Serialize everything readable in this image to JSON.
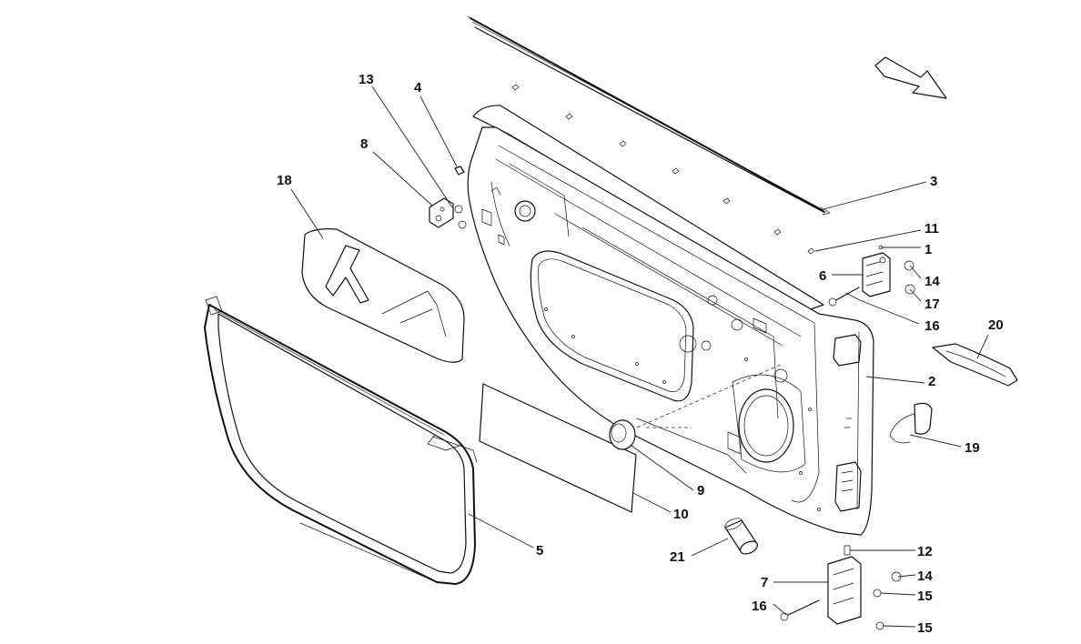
{
  "diagram": {
    "arrow_icon": "direction-arrow-icon",
    "callouts": [
      {
        "id": "1",
        "label": "1"
      },
      {
        "id": "2",
        "label": "2"
      },
      {
        "id": "3",
        "label": "3"
      },
      {
        "id": "4",
        "label": "4"
      },
      {
        "id": "5",
        "label": "5"
      },
      {
        "id": "6",
        "label": "6"
      },
      {
        "id": "7",
        "label": "7"
      },
      {
        "id": "8",
        "label": "8"
      },
      {
        "id": "9",
        "label": "9"
      },
      {
        "id": "10",
        "label": "10"
      },
      {
        "id": "11",
        "label": "11"
      },
      {
        "id": "12",
        "label": "12"
      },
      {
        "id": "13",
        "label": "13"
      },
      {
        "id": "14a",
        "label": "14"
      },
      {
        "id": "14b",
        "label": "14"
      },
      {
        "id": "15a",
        "label": "15"
      },
      {
        "id": "15b",
        "label": "15"
      },
      {
        "id": "16a",
        "label": "16"
      },
      {
        "id": "16b",
        "label": "16"
      },
      {
        "id": "17",
        "label": "17"
      },
      {
        "id": "18",
        "label": "18"
      },
      {
        "id": "19",
        "label": "19"
      },
      {
        "id": "20",
        "label": "20"
      },
      {
        "id": "21",
        "label": "21"
      }
    ]
  }
}
